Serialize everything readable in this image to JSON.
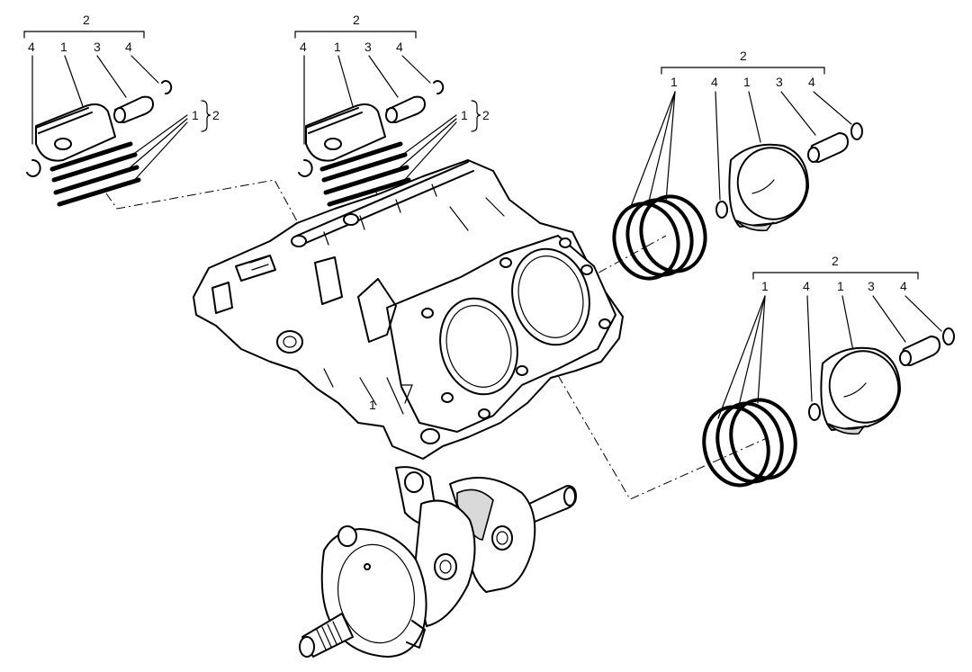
{
  "callouts": {
    "group_a": {
      "group": "2",
      "left_clip": "4",
      "piston": "1",
      "pin": "3",
      "right_clip": "4",
      "rings": "1",
      "rings_set": "2"
    },
    "group_b": {
      "group": "2",
      "left_clip": "4",
      "piston": "1",
      "pin": "3",
      "right_clip": "4",
      "rings": "1",
      "rings_set": "2"
    },
    "group_c": {
      "group": "2",
      "rings": "1",
      "clip_a": "4",
      "piston": "1",
      "pin": "3",
      "clip_b": "4"
    },
    "group_d": {
      "group": "2",
      "rings": "1",
      "clip_a": "4",
      "piston": "1",
      "pin": "3",
      "clip_b": "4"
    },
    "crankcase": "1"
  },
  "colors": {
    "ink": "#000000",
    "background": "#ffffff"
  }
}
